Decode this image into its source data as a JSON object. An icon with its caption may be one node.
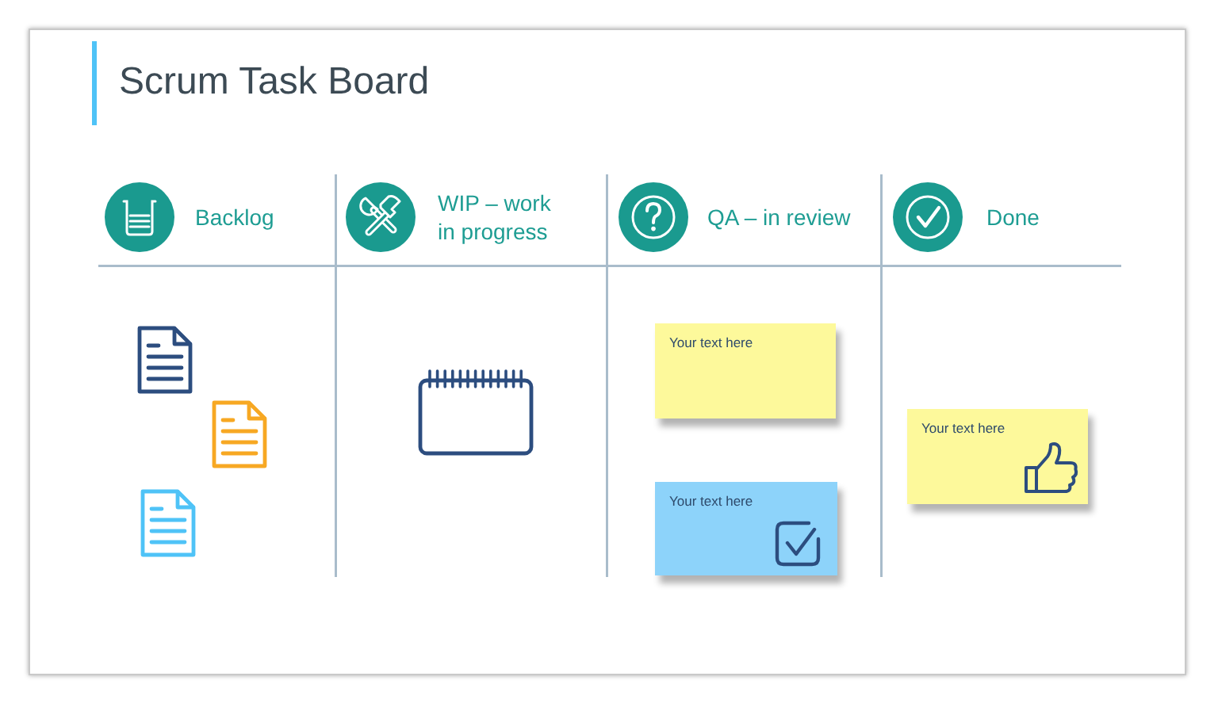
{
  "diagram": {
    "title": "Scrum Task Board",
    "nodes": [
      {
        "text": [
          "Backlog"
        ]
      },
      {
        "text": [
          "WIP – work in progress"
        ]
      },
      {
        "text": [
          "QA – in review"
        ]
      },
      {
        "text": [
          "Done"
        ]
      },
      {
        "text": [
          "Your text here"
        ],
        "in": 2
      },
      {
        "text": [
          "Your text here"
        ],
        "in": 2
      },
      {
        "text": [
          "Your text here"
        ],
        "in": 3
      }
    ]
  }
}
